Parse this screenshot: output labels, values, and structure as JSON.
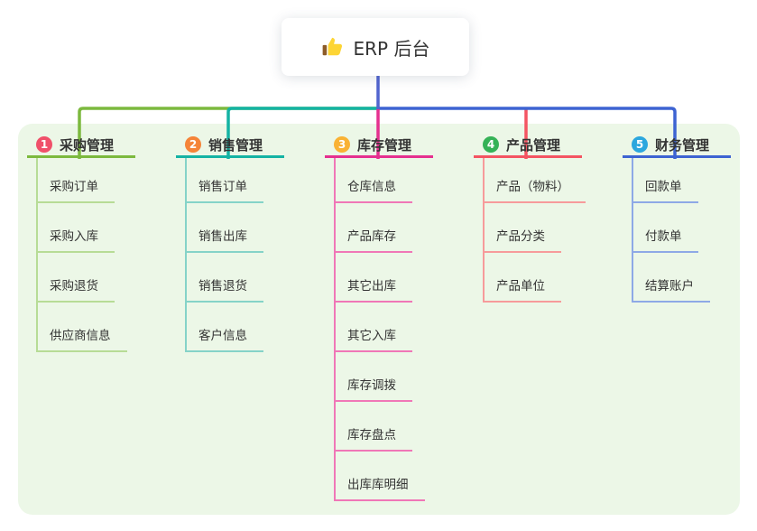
{
  "root": {
    "label": "ERP 后台",
    "icon": "thumbs-up"
  },
  "palette": {
    "canvas_bg": "#ffffff",
    "panel_bg": "#ecf7e7",
    "root_line": "#5164cf",
    "text": "#333333"
  },
  "branches": [
    {
      "badge": "1",
      "label": "采购管理",
      "badge_color": "#f0506a",
      "line_color": "#7cb93e",
      "child_line_color": "#b7dc96",
      "children": [
        "采购订单",
        "采购入库",
        "采购退货",
        "供应商信息"
      ]
    },
    {
      "badge": "2",
      "label": "销售管理",
      "badge_color": "#f58438",
      "line_color": "#14b3a4",
      "child_line_color": "#85d3c8",
      "children": [
        "销售订单",
        "销售出库",
        "销售退货",
        "客户信息"
      ]
    },
    {
      "badge": "3",
      "label": "库存管理",
      "badge_color": "#f9b234",
      "line_color": "#e5308f",
      "child_line_color": "#f077b7",
      "children": [
        "仓库信息",
        "产品库存",
        "其它出库",
        "其它入库",
        "库存调拨",
        "库存盘点",
        "出库库明细"
      ]
    },
    {
      "badge": "4",
      "label": "产品管理",
      "badge_color": "#35b257",
      "line_color": "#f45462",
      "child_line_color": "#f79b9b",
      "children": [
        "产品（物料）",
        "产品分类",
        "产品单位"
      ]
    },
    {
      "badge": "5",
      "label": "财务管理",
      "badge_color": "#2ca7de",
      "line_color": "#3d63d2",
      "child_line_color": "#8ea9e6",
      "children": [
        "回款单",
        "付款单",
        "结算账户"
      ]
    }
  ]
}
